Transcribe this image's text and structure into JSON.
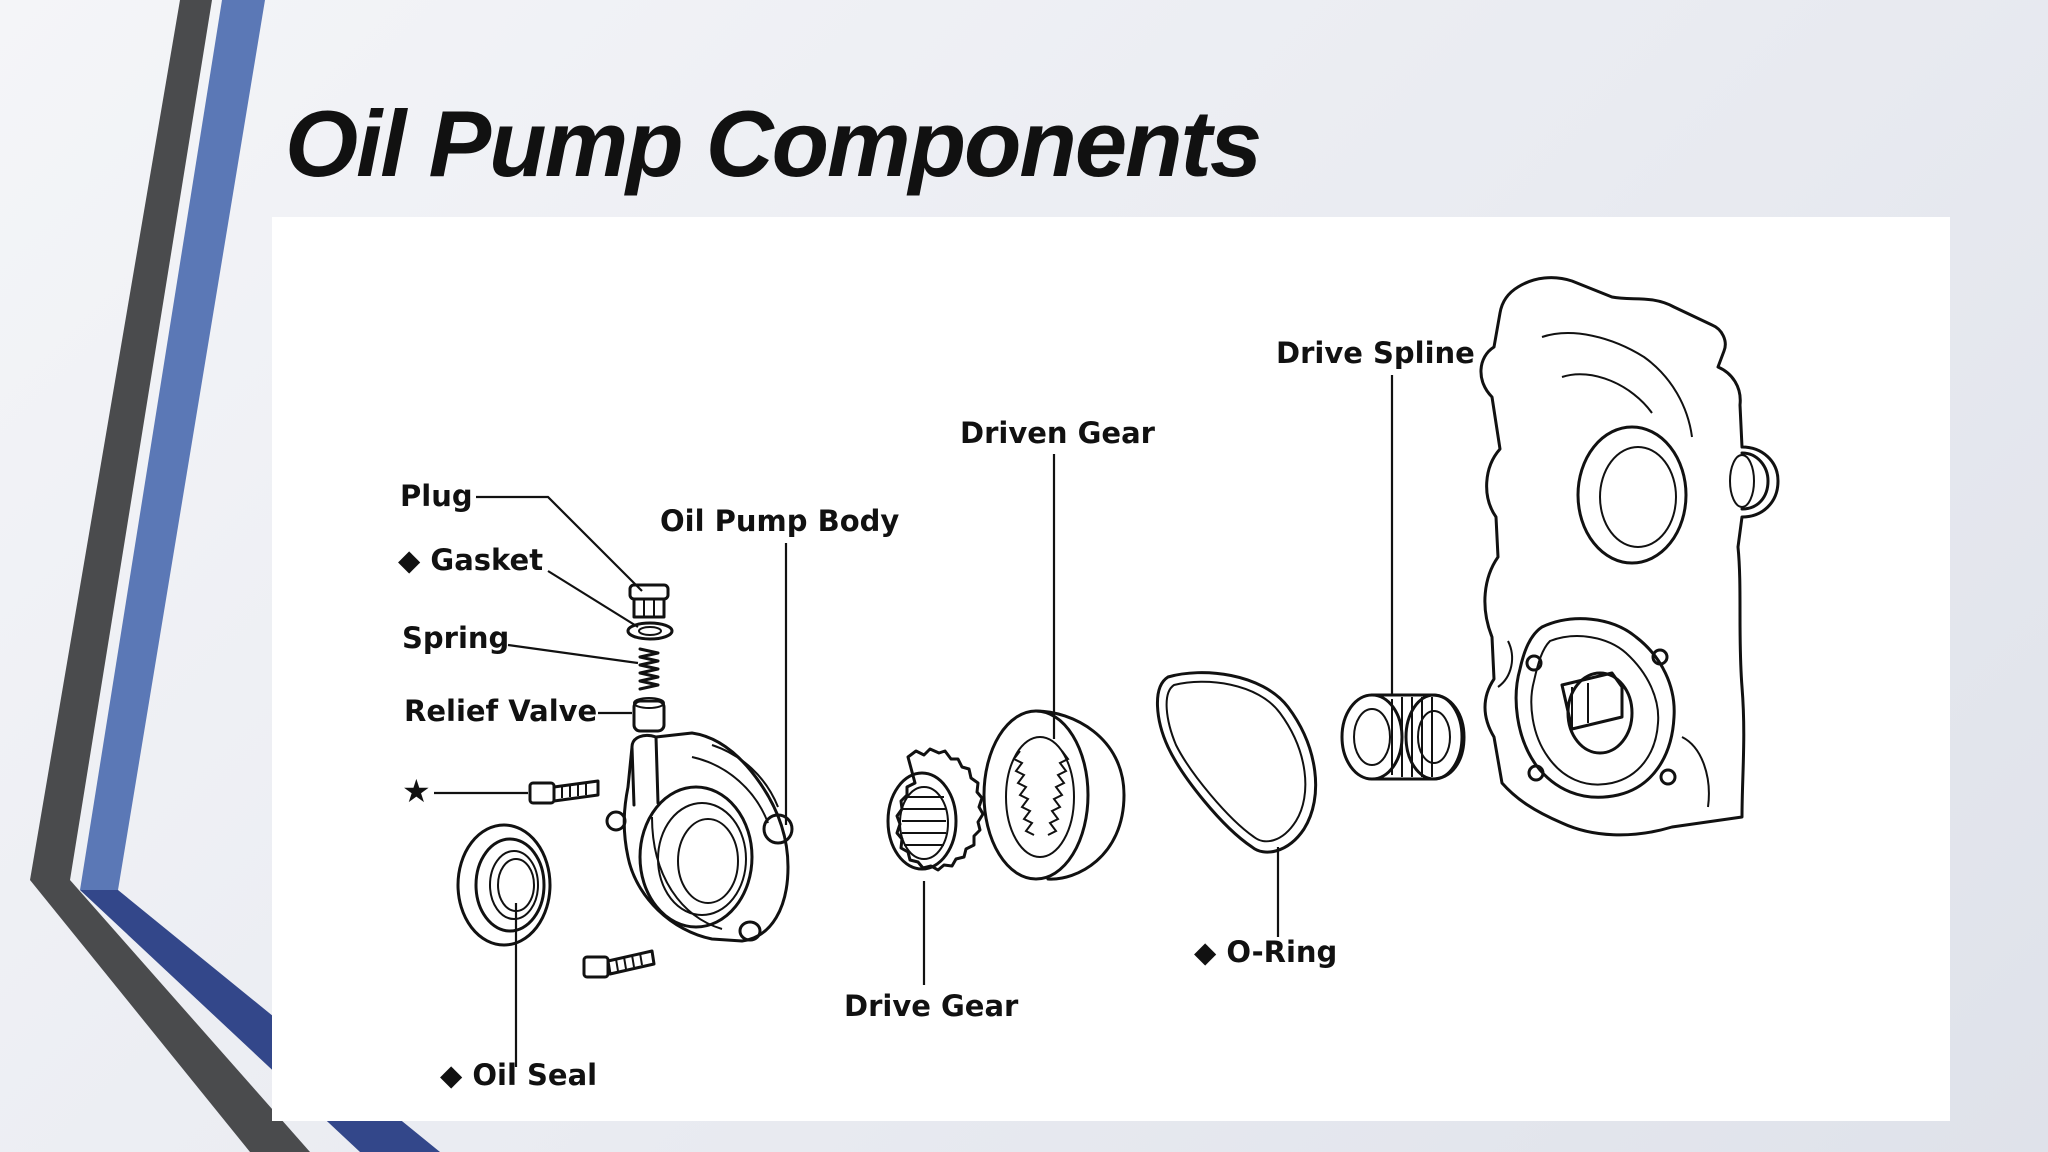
{
  "slide": {
    "title": "Oil Pump Components"
  },
  "colors": {
    "accent_blue": "#5b78b6",
    "dark_gray": "#4a4b4d",
    "navy": "#33478a"
  },
  "diagram": {
    "labels": {
      "plug": "Plug",
      "gasket": "◆ Gasket",
      "spring": "Spring",
      "relief_valve": "Relief Valve",
      "star_bolt": "★",
      "oil_pump_body": "Oil Pump Body",
      "oil_seal": "◆ Oil Seal",
      "drive_gear": "Drive Gear",
      "driven_gear": "Driven Gear",
      "o_ring": "◆ O-Ring",
      "drive_spline": "Drive Spline"
    }
  }
}
